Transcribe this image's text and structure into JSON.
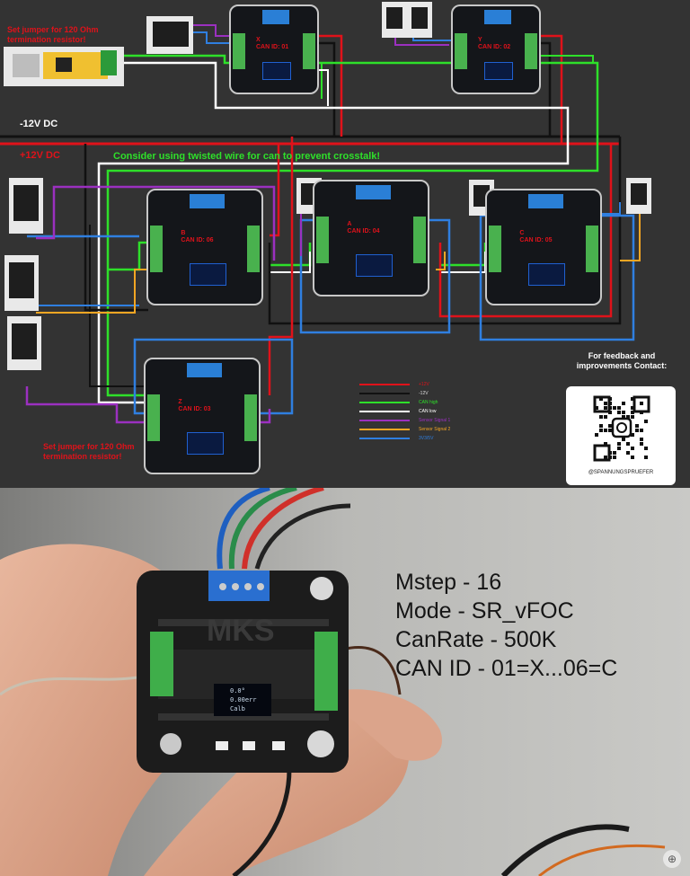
{
  "diagram": {
    "jumper_note_top": "Set jumper for 120 Ohm termination resistor!",
    "jumper_note_bottom": "Set jumper for 120 Ohm termination resistor!",
    "rail_negative": "-12V DC",
    "rail_positive": "+12V DC",
    "crosstalk_note": "Consider using twisted wire for can to prevent crosstalk!",
    "boards": [
      {
        "axis": "X",
        "id": "CAN ID: 01"
      },
      {
        "axis": "Y",
        "id": "CAN ID: 02"
      },
      {
        "axis": "B",
        "id": "CAN ID: 06"
      },
      {
        "axis": "A",
        "id": "CAN ID: 04"
      },
      {
        "axis": "C",
        "id": "CAN ID: 05"
      },
      {
        "axis": "Z",
        "id": "CAN ID: 03"
      }
    ],
    "legend": [
      {
        "label": "+12V",
        "color": "#e0121a"
      },
      {
        "label": "-12V",
        "color": "#111111"
      },
      {
        "label": "CAN high",
        "color": "#2ee02a"
      },
      {
        "label": "CAN low",
        "color": "#ffffff"
      },
      {
        "label": "Sensor Signal 1",
        "color": "#9b30c0"
      },
      {
        "label": "Sensor Signal 2",
        "color": "#f5a623"
      },
      {
        "label": "3V3/5V",
        "color": "#2f7fe0"
      }
    ],
    "feedback_title": "For feedback and improvements Contact:",
    "qr_handle": "@SPANNUNGSPRUEFER",
    "icons": {
      "qr": "qr-code-icon",
      "instagram": "instagram-icon"
    }
  },
  "photo": {
    "overlay_lines": [
      "Mstep - 16",
      "Mode - SR_vFOC",
      "CanRate - 500K",
      "CAN ID - 01=X...06=C"
    ],
    "oled_text": [
      "0.0°",
      "0.00err",
      "Calb"
    ],
    "board_brand": "MKS",
    "corner_icon": "zoom-icon"
  }
}
